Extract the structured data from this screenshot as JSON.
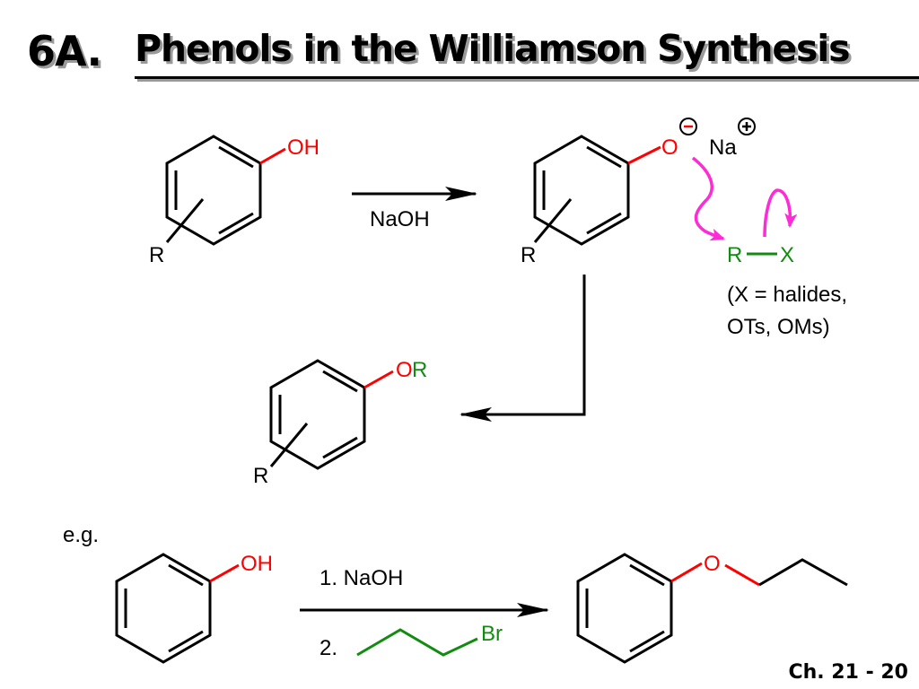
{
  "title": {
    "number": "6A.",
    "text": "Phenols in the Williamson Synthesis"
  },
  "colors": {
    "oxygen": "#ff0000",
    "alkyl": "#118c11",
    "mechanism_arrow": "#ff2bd7",
    "bond": "#000000"
  },
  "general_scheme": {
    "phenol": {
      "group": "OH",
      "substituent": "R"
    },
    "reagent_1": "NaOH",
    "phenoxide": {
      "oxygen": "O",
      "counterion": "Na",
      "substituent": "R"
    },
    "alkyl_halide": {
      "alkyl": "R",
      "leaving_group": "X"
    },
    "leaving_group_note": {
      "line1": "(X = halides,",
      "line2": "OTs, OMs)"
    },
    "product": {
      "oxygen": "O",
      "alkyl": "R",
      "substituent": "R"
    }
  },
  "example": {
    "label": "e.g.",
    "reactant_group": "OH",
    "step1": "1. NaOH",
    "step2": "2.",
    "halide": "Br",
    "product_oxygen": "O"
  },
  "footer": {
    "slide_number": "Ch. 21 - 20"
  }
}
